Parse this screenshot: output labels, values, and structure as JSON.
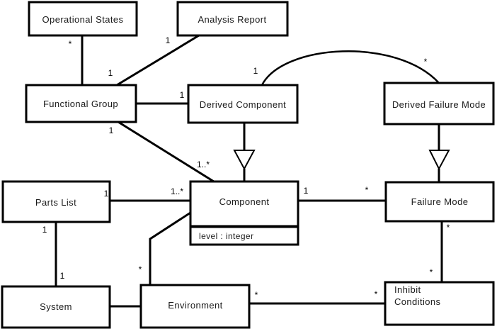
{
  "diagram": {
    "type": "uml-class-diagram",
    "title": "",
    "background_color": "#ffffff",
    "line_color": "#000000",
    "text_color": "#1a1a1a",
    "classes": [
      {
        "id": "operational_states",
        "name": "Operational States",
        "attributes": []
      },
      {
        "id": "analysis_report",
        "name": "Analysis Report",
        "attributes": []
      },
      {
        "id": "functional_group",
        "name": "Functional Group",
        "attributes": []
      },
      {
        "id": "derived_component",
        "name": "Derived Component",
        "attributes": []
      },
      {
        "id": "derived_failure_mode",
        "name": "Derived Failure Mode",
        "attributes": []
      },
      {
        "id": "parts_list",
        "name": "Parts List",
        "attributes": []
      },
      {
        "id": "component",
        "name": "Component",
        "attributes": [
          "level : integer"
        ]
      },
      {
        "id": "failure_mode",
        "name": "Failure Mode",
        "attributes": []
      },
      {
        "id": "system",
        "name": "System",
        "attributes": []
      },
      {
        "id": "environment",
        "name": "Environment",
        "attributes": []
      },
      {
        "id": "inhibit_conditions",
        "name_line1": "Inhibit",
        "name_line2": "Conditions",
        "name": "Inhibit Conditions",
        "attributes": []
      }
    ],
    "attribute_labels": {
      "component_level": "level : integer"
    },
    "multiplicities": {
      "operational_states_to_functional_group_near_os": "*",
      "functional_group_to_analysis_report_near_ar": "1",
      "functional_group_to_analysis_report_near_fg": "1",
      "functional_group_to_derived_component": "1",
      "functional_group_to_component_near_fg": "1",
      "functional_group_to_component_near_comp": "1..*",
      "derived_component_to_derived_failure_mode_near_dc": "1",
      "derived_component_to_derived_failure_mode_near_dfm": "*",
      "parts_list_to_component_near_pl": "1",
      "parts_list_to_component_near_comp": "1..*",
      "parts_list_to_system_near_pl": "1",
      "parts_list_to_system_near_sys": "1",
      "component_to_failure_mode_near_comp": "1",
      "component_to_failure_mode_near_fm": "*",
      "component_to_environment_near_env": "*",
      "failure_mode_to_inhibit_near_fm": "*",
      "failure_mode_to_inhibit_near_ic": "*",
      "environment_to_inhibit_near_env": "*",
      "environment_to_inhibit_near_ic": "*"
    },
    "relationships": [
      {
        "from": "operational_states",
        "to": "functional_group",
        "kind": "association"
      },
      {
        "from": "functional_group",
        "to": "analysis_report",
        "kind": "association"
      },
      {
        "from": "functional_group",
        "to": "derived_component",
        "kind": "association"
      },
      {
        "from": "functional_group",
        "to": "component",
        "kind": "association"
      },
      {
        "from": "derived_component",
        "to": "derived_failure_mode",
        "kind": "association"
      },
      {
        "from": "derived_component",
        "to": "component",
        "kind": "generalization"
      },
      {
        "from": "derived_failure_mode",
        "to": "failure_mode",
        "kind": "generalization"
      },
      {
        "from": "parts_list",
        "to": "component",
        "kind": "association"
      },
      {
        "from": "parts_list",
        "to": "system",
        "kind": "association"
      },
      {
        "from": "component",
        "to": "failure_mode",
        "kind": "association"
      },
      {
        "from": "component",
        "to": "environment",
        "kind": "association"
      },
      {
        "from": "failure_mode",
        "to": "inhibit_conditions",
        "kind": "association"
      },
      {
        "from": "system",
        "to": "environment",
        "kind": "association"
      },
      {
        "from": "environment",
        "to": "inhibit_conditions",
        "kind": "association"
      }
    ]
  }
}
